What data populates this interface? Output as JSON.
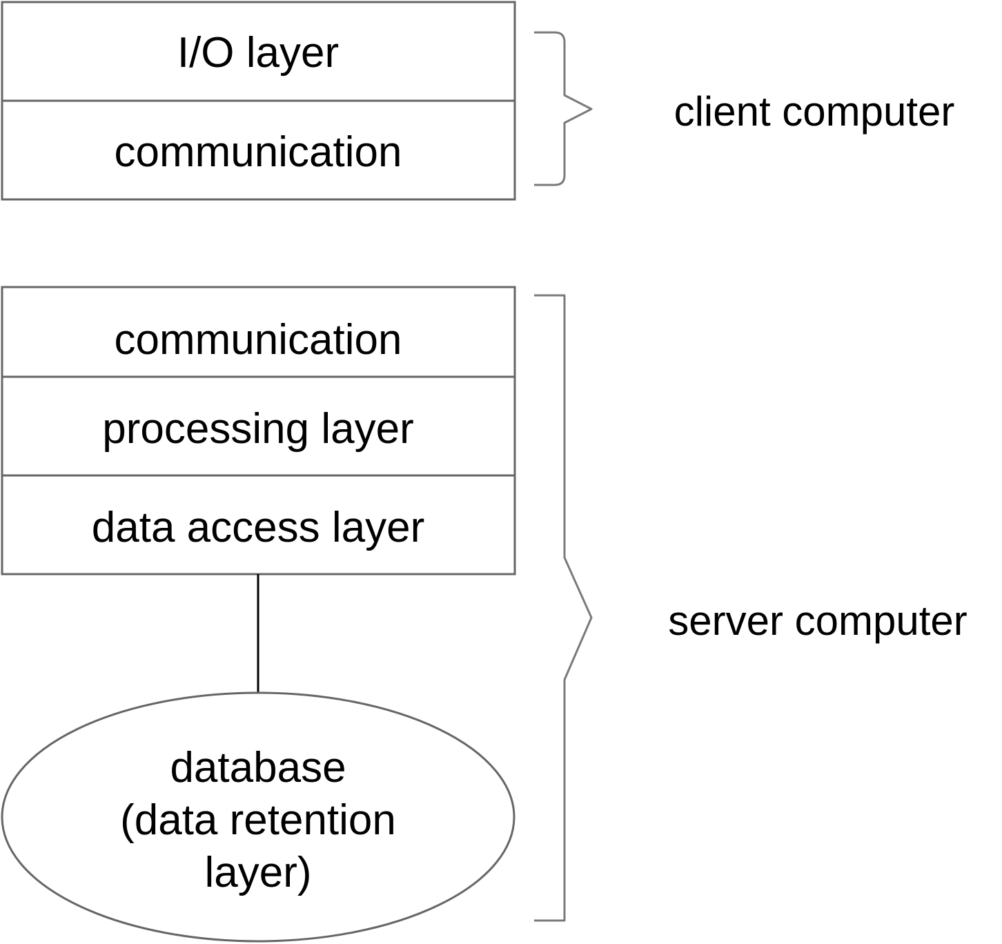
{
  "client": {
    "layers": [
      "I/O layer",
      "communication"
    ],
    "label": "client computer"
  },
  "server": {
    "layers": [
      "communication",
      "processing layer",
      "data access layer"
    ],
    "database": {
      "lines": [
        "database",
        "(data retention",
        "layer)"
      ]
    },
    "label": "server computer"
  }
}
